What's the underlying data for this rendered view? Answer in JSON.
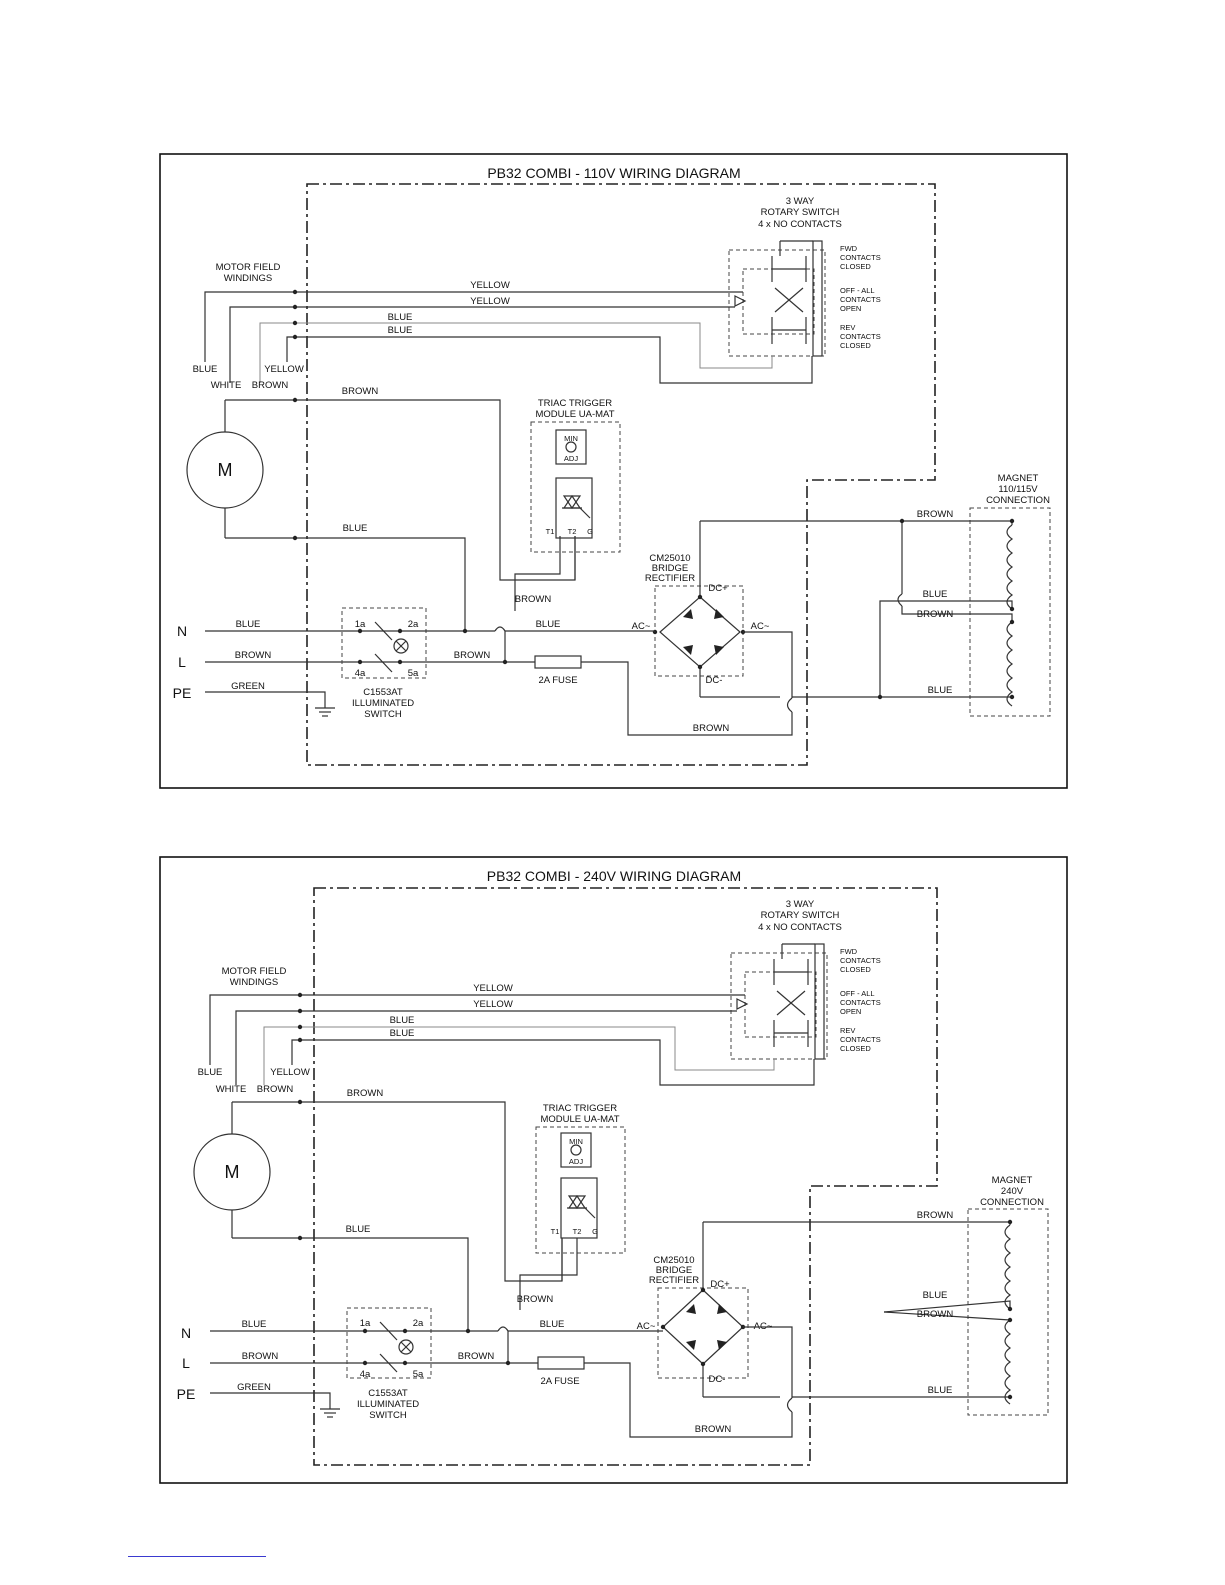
{
  "diagrams": [
    {
      "title": "PB32 COMBI - 110V WIRING DIAGRAM",
      "rotary_switch": [
        "3 WAY",
        "ROTARY SWITCH",
        "4 x NO CONTACTS"
      ],
      "switch_states": {
        "fwd": [
          "FWD",
          "CONTACTS",
          "CLOSED"
        ],
        "off": [
          "OFF - ALL",
          "CONTACTS",
          "OPEN"
        ],
        "rev": [
          "REV",
          "CONTACTS",
          "CLOSED"
        ]
      },
      "motor_windings": [
        "MOTOR FIELD",
        "WINDINGS"
      ],
      "winding_terms": {
        "blue": "BLUE",
        "white": "WHITE",
        "brown": "BROWN",
        "yellow": "YELLOW"
      },
      "wire_labels": {
        "yellow1": "YELLOW",
        "yellow2": "YELLOW",
        "blue1": "BLUE",
        "blue2": "BLUE",
        "brown_top": "BROWN",
        "blue_mid": "BLUE",
        "brown_triac": "BROWN",
        "blue_ac": "BLUE",
        "brown_fuse": "BROWN",
        "brown_bottom": "BROWN"
      },
      "motor": "M",
      "triac": [
        "TRIAC TRIGGER",
        "MODULE UA-MAT"
      ],
      "min_adj": [
        "MIN",
        "ADJ"
      ],
      "triac_terms": [
        "T1",
        "T2",
        "G"
      ],
      "rectifier": [
        "CM25010",
        "BRIDGE",
        "RECTIFIER"
      ],
      "rect_terms": {
        "dcp": "DC+",
        "dcn": "DC-",
        "acl": "AC~",
        "acr": "AC~"
      },
      "supply": {
        "n": "N",
        "l": "L",
        "pe": "PE",
        "n_wire": "BLUE",
        "l_wire": "BROWN",
        "pe_wire": "GREEN"
      },
      "switch_terms": [
        "1a",
        "2a",
        "4a",
        "5a"
      ],
      "main_switch": [
        "C1553AT",
        "ILLUMINATED",
        "SWITCH"
      ],
      "fuse": "2A FUSE",
      "magnet": [
        "MAGNET",
        "110/115V",
        "CONNECTION"
      ],
      "magnet_wires": {
        "brown1": "BROWN",
        "blue1": "BLUE",
        "brown2": "BROWN",
        "blue2": "BLUE"
      }
    },
    {
      "title": "PB32 COMBI - 240V WIRING DIAGRAM",
      "rotary_switch": [
        "3 WAY",
        "ROTARY SWITCH",
        "4 x NO CONTACTS"
      ],
      "switch_states": {
        "fwd": [
          "FWD",
          "CONTACTS",
          "CLOSED"
        ],
        "off": [
          "OFF - ALL",
          "CONTACTS",
          "OPEN"
        ],
        "rev": [
          "REV",
          "CONTACTS",
          "CLOSED"
        ]
      },
      "motor_windings": [
        "MOTOR FIELD",
        "WINDINGS"
      ],
      "winding_terms": {
        "blue": "BLUE",
        "white": "WHITE",
        "brown": "BROWN",
        "yellow": "YELLOW"
      },
      "wire_labels": {
        "yellow1": "YELLOW",
        "yellow2": "YELLOW",
        "blue1": "BLUE",
        "blue2": "BLUE",
        "brown_top": "BROWN",
        "blue_mid": "BLUE",
        "brown_triac": "BROWN",
        "blue_ac": "BLUE",
        "brown_fuse": "BROWN",
        "brown_bottom": "BROWN"
      },
      "motor": "M",
      "triac": [
        "TRIAC TRIGGER",
        "MODULE UA-MAT"
      ],
      "min_adj": [
        "MIN",
        "ADJ"
      ],
      "triac_terms": [
        "T1",
        "T2",
        "G"
      ],
      "rectifier": [
        "CM25010",
        "BRIDGE",
        "RECTIFIER"
      ],
      "rect_terms": {
        "dcp": "DC+",
        "dcn": "DC-",
        "acl": "AC~",
        "acr": "AC~"
      },
      "supply": {
        "n": "N",
        "l": "L",
        "pe": "PE",
        "n_wire": "BLUE",
        "l_wire": "BROWN",
        "pe_wire": "GREEN"
      },
      "switch_terms": [
        "1a",
        "2a",
        "4a",
        "5a"
      ],
      "main_switch": [
        "C1553AT",
        "ILLUMINATED",
        "SWITCH"
      ],
      "fuse": "2A FUSE",
      "magnet": [
        "MAGNET",
        "240V",
        "CONNECTION"
      ],
      "magnet_wires": {
        "brown1": "BROWN",
        "blue1": "BLUE",
        "brown2": "BROWN",
        "blue2": "BLUE"
      }
    }
  ]
}
